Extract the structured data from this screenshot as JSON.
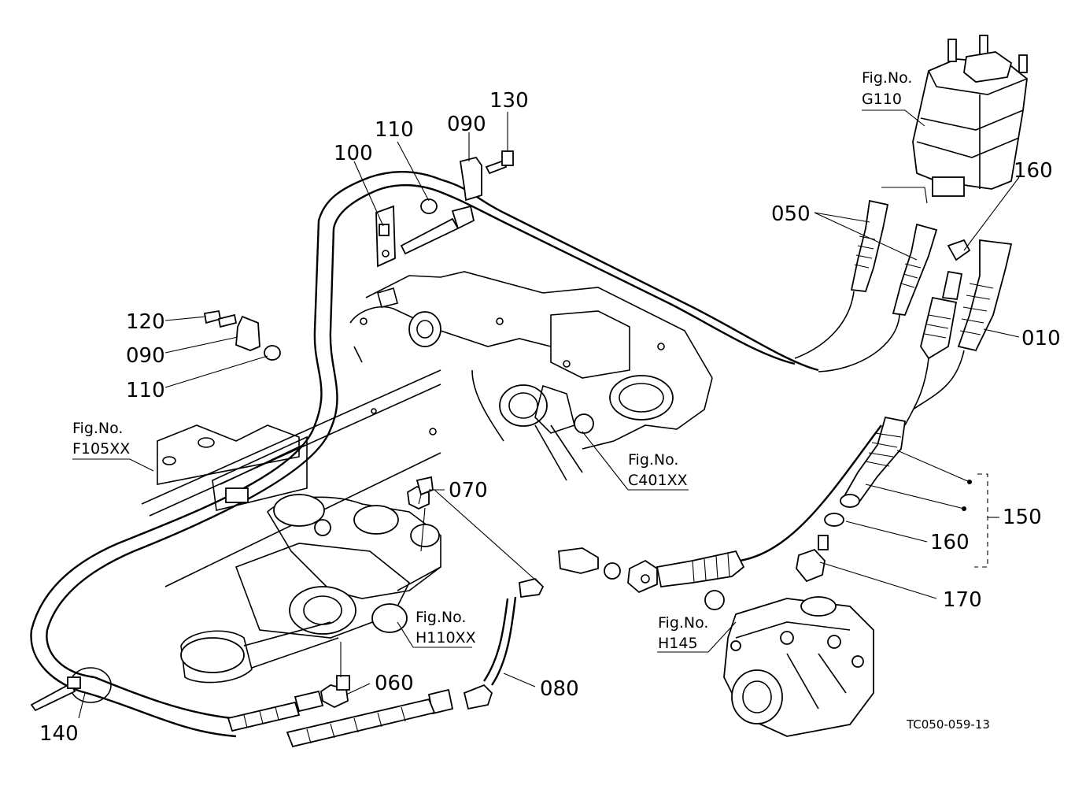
{
  "callouts": {
    "c130": "130",
    "c110_top": "110",
    "c090_top": "090",
    "c100": "100",
    "c160_top": "160",
    "c050": "050",
    "c010": "010",
    "c120": "120",
    "c090_left": "090",
    "c110_left": "110",
    "c070": "070",
    "c150": "150",
    "c160_mid": "160",
    "c170": "170",
    "c060": "060",
    "c080": "080",
    "c140": "140"
  },
  "figure_refs": {
    "g110": {
      "line1": "Fig.No.",
      "line2": "G110"
    },
    "f105": {
      "line1": "Fig.No.",
      "line2": "F105XX"
    },
    "c401": {
      "line1": "Fig.No.",
      "line2": "C401XX"
    },
    "h110": {
      "line1": "Fig.No.",
      "line2": "H110XX"
    },
    "h145": {
      "line1": "Fig.No.",
      "line2": "H145"
    }
  },
  "drawing_code": "TC050-059-13"
}
